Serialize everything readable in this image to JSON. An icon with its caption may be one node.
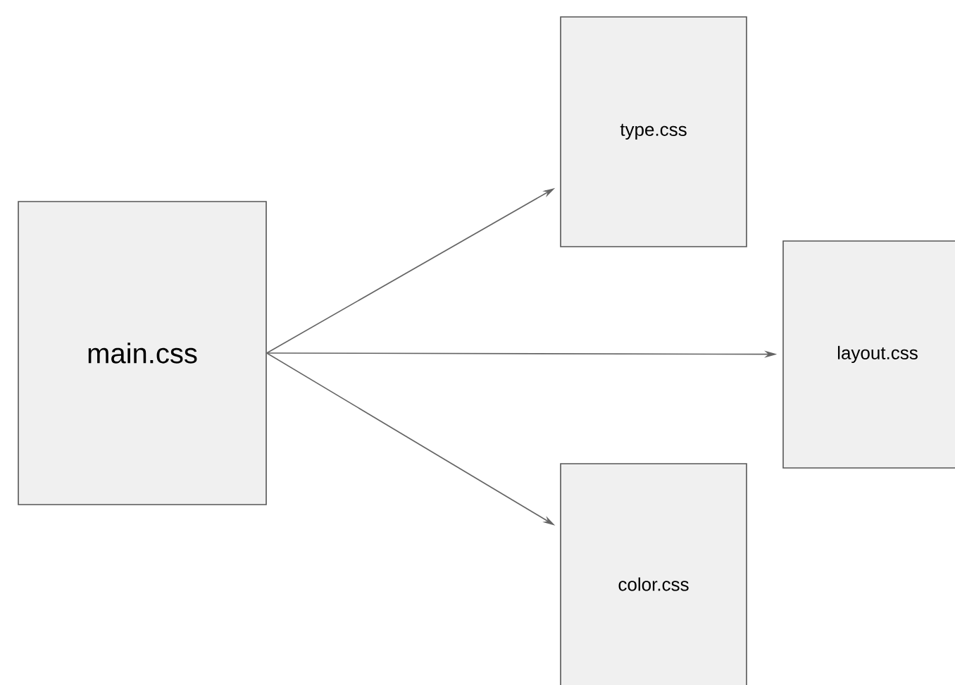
{
  "diagram": {
    "nodes": [
      {
        "text": [
          "main.css"
        ]
      },
      {
        "text": [
          "type.css"
        ]
      },
      {
        "text": [
          "layout.css"
        ]
      },
      {
        "text": [
          "color.css"
        ]
      }
    ],
    "edges": [
      {
        "from": 0,
        "to": 1,
        "arrow": "to"
      },
      {
        "from": 0,
        "to": 2,
        "arrow": "to"
      },
      {
        "from": 0,
        "to": 3,
        "arrow": "to"
      }
    ]
  }
}
